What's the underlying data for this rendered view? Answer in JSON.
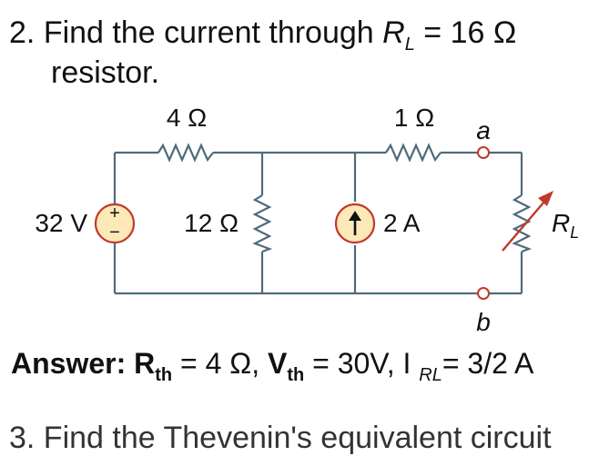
{
  "problem": {
    "number": "2.",
    "text_before": "Find the current through",
    "rl_letter": "R",
    "rl_sub": "L",
    "rl_value": "= 16 Ω",
    "text_line2": "resistor."
  },
  "circuit": {
    "source_voltage": "32 V",
    "source_plus": "+",
    "source_minus": "−",
    "r1_value": "4 Ω",
    "r2_value": "12 Ω",
    "r3_value": "1 Ω",
    "current_source_value": "2 A",
    "terminal_a": "a",
    "terminal_b": "b",
    "rl_letter": "R",
    "rl_sub": "L",
    "colors": {
      "wire": "#4f6b7a",
      "source_fill": "#fde9b8",
      "source_stroke": "#c0392b",
      "arrow": "#c0392b"
    }
  },
  "answer": {
    "label": "Answer:",
    "rth_letter": "R",
    "rth_sub": "th",
    "rth_value": "= 4 Ω,",
    "vth_letter": "V",
    "vth_sub": "th",
    "vth_value": "= 30V, I",
    "irl_sub": "RL",
    "irl_value": "= 3/2 A"
  },
  "next_problem_partial": "3. Find the Thevenin's equivalent circuit"
}
